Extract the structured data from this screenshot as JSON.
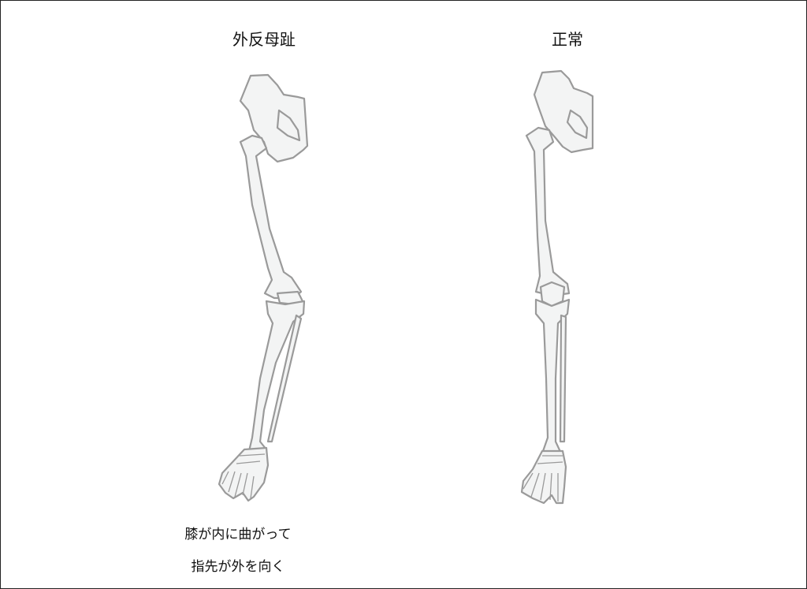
{
  "left_panel": {
    "title": "外反母趾",
    "caption_lines": [
      "膝が内に曲がって",
      "指先が外を向く"
    ]
  },
  "right_panel": {
    "title": "正常"
  },
  "colors": {
    "bone_fill": "#f3f4f4",
    "bone_outline": "#9a9a9a",
    "frame": "#222222"
  }
}
